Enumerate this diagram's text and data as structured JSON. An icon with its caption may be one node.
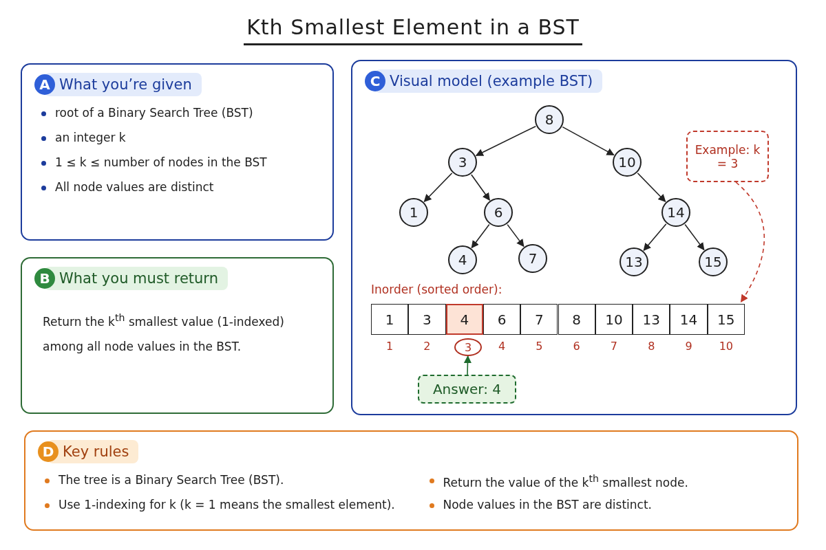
{
  "diagram": {
    "title": "Kth Smallest Element in a BST",
    "nodes": [
      {
        "text": [
          "A",
          "What you’re given",
          "root of a Binary Search Tree (BST)",
          "an integer k",
          "1 ≤ k ≤ number of nodes in the BST",
          "All node values are distinct"
        ]
      },
      {
        "text": [
          "B",
          "What you must return",
          "Return the k$^{th}$ smallest value (1-indexed) among all node values in the BST."
        ]
      },
      {
        "text": [
          "C",
          "Visual model (example BST)"
        ]
      },
      {
        "text": [
          "8"
        ],
        "in": 2
      },
      {
        "text": [
          "3"
        ],
        "in": 2
      },
      {
        "text": [
          "10"
        ],
        "in": 2
      },
      {
        "text": [
          "1"
        ],
        "in": 2
      },
      {
        "text": [
          "6"
        ],
        "in": 2
      },
      {
        "text": [
          "14"
        ],
        "in": 2
      },
      {
        "text": [
          "4"
        ],
        "in": 2
      },
      {
        "text": [
          "7"
        ],
        "in": 2
      },
      {
        "text": [
          "13"
        ],
        "in": 2
      },
      {
        "text": [
          "15"
        ],
        "in": 2
      },
      {
        "text": [
          "Example: k = 3"
        ],
        "in": 2
      },
      {
        "text": [
          "1"
        ],
        "in": 2
      },
      {
        "text": [
          "3"
        ],
        "in": 2
      },
      {
        "text": [
          "4"
        ],
        "in": 2
      },
      {
        "text": [
          "6"
        ],
        "in": 2
      },
      {
        "text": [
          "7"
        ],
        "in": 2
      },
      {
        "text": [
          "8"
        ],
        "in": 2
      },
      {
        "text": [
          "10"
        ],
        "in": 2
      },
      {
        "text": [
          "13"
        ],
        "in": 2
      },
      {
        "text": [
          "14"
        ],
        "in": 2
      },
      {
        "text": [
          "15"
        ],
        "in": 2
      },
      {
        "text": [
          "3"
        ],
        "in": 2
      },
      {
        "text": [
          "Answer: 4"
        ],
        "in": 2
      },
      {
        "text": [
          "D",
          "Key rules",
          "The tree is a Binary Search Tree (BST).",
          "Use 1-indexing for k (k = 1 means the smallest element).",
          "Return the value of the k$^{th}$ smallest node.",
          "Node values in the BST are distinct."
        ]
      }
    ],
    "edges": [
      {
        "from": 3,
        "to": 4,
        "arrow": "to"
      },
      {
        "from": 3,
        "to": 5,
        "arrow": "to"
      },
      {
        "from": 4,
        "to": 6,
        "arrow": "to"
      },
      {
        "from": 4,
        "to": 7,
        "arrow": "to"
      },
      {
        "from": 5,
        "to": 8,
        "arrow": "to"
      },
      {
        "from": 7,
        "to": 9,
        "arrow": "to"
      },
      {
        "from": 7,
        "to": 10,
        "arrow": "to"
      },
      {
        "from": 8,
        "to": 11,
        "arrow": "to"
      },
      {
        "from": 8,
        "to": 12,
        "arrow": "to"
      },
      {
        "from": 13,
        "to": 23,
        "arrow": "to",
        "style": "dashed",
        "color": "#c0392b"
      },
      {
        "from": 25,
        "to": 24,
        "arrow": "to",
        "color": "#1e6b2e"
      }
    ],
    "labels": [
      "Inorder (sorted order):",
      "1",
      "2",
      "4",
      "5",
      "6",
      "7",
      "8",
      "9",
      "10"
    ]
  }
}
